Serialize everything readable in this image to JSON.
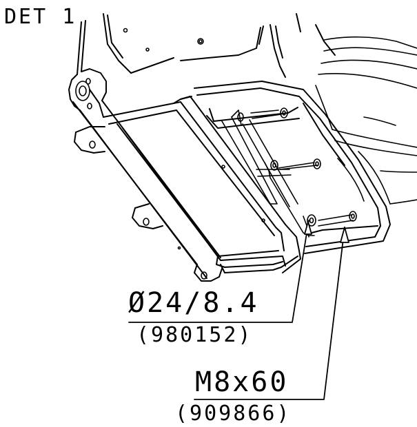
{
  "detail": {
    "label": "DET 1"
  },
  "callouts": [
    {
      "spec": "Ø24/8.4",
      "part_number": "(980152)"
    },
    {
      "spec": "M8x60",
      "part_number": "(909866)"
    }
  ],
  "colors": {
    "line": "#000000",
    "background": "#ffffff"
  }
}
